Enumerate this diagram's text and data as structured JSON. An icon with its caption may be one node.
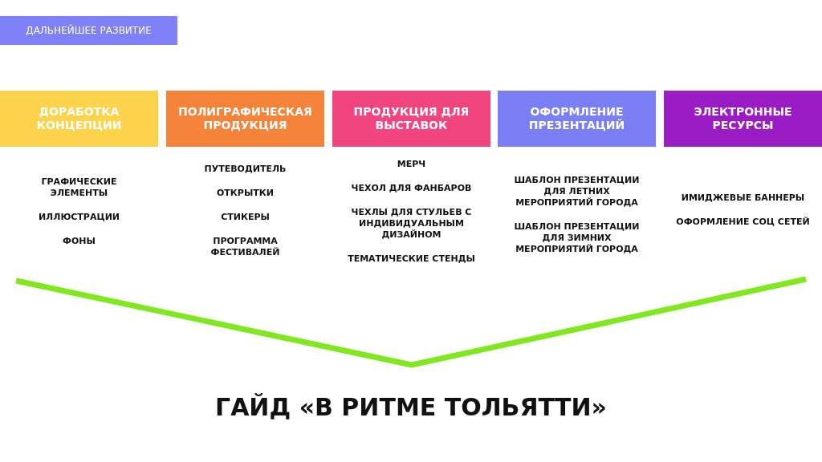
{
  "diagram": {
    "caption": "ГАЙД «В РИТМЕ ТОЛЬЯТТИ»",
    "nodes": [
      {
        "text": [
          "ДАЛЬНЕЙШЕЕ РАЗВИТИЕ"
        ]
      },
      {
        "text": [
          "ДОРАБОТКА КОНЦЕПЦИИ"
        ],
        "beside": [
          "ГРАФИЧЕСКИЕ ЭЛЕМЕНТЫ",
          "ИЛЛЮСТРАЦИИ",
          "ФОНЫ"
        ]
      },
      {
        "text": [
          "ПОЛИГРАФИЧЕСКАЯ ПРОДУКЦИЯ"
        ],
        "beside": [
          "ПУТЕВОДИТЕЛЬ",
          "ОТКРЫТКИ",
          "СТИКЕРЫ",
          "ПРОГРАММА ФЕСТИВАЛЕЙ"
        ]
      },
      {
        "text": [
          "ПРОДУКЦИЯ ДЛЯ ВЫСТАВОК"
        ],
        "beside": [
          "МЕРЧ",
          "ЧЕХОЛ ДЛЯ ФАНБАРОВ",
          "ЧЕХЛЫ ДЛЯ СТУЛЬЕВ С ИНДИВИДУАЛЬНЫМ ДИЗАЙНОМ",
          "ТЕМАТИЧЕСКИЕ СТЕНДЫ"
        ]
      },
      {
        "text": [
          "ОФОРМЛЕНИЕ ПРЕЗЕНТАЦИЙ"
        ],
        "beside": [
          "ШАБЛОН ПРЕЗЕНТАЦИИ ДЛЯ ЛЕТНИХ МЕРОПРИЯТИЙ ГОРОДА",
          "ШАБЛОН ПРЕЗЕНТАЦИИ ДЛЯ ЗИМНИХ МЕРОПРИЯТИЙ ГОРОДА"
        ]
      },
      {
        "text": [
          "ЭЛЕКТРОННЫЕ РЕСУРСЫ"
        ],
        "beside": [
          "ИМИДЖЕВЫЕ БАННЕРЫ",
          "ОФОРМЛЕНИЕ СОЦ СЕТЕЙ"
        ]
      }
    ],
    "edges": []
  }
}
